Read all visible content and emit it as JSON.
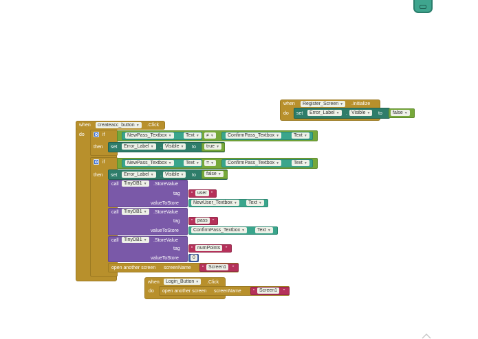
{
  "init_block": {
    "when": "when",
    "component": "Register_Screen",
    "event": ".Initialize",
    "do": "do",
    "set": "set",
    "target": "Error_Label",
    "property": "Visible",
    "to": "to",
    "value": "false"
  },
  "main_block": {
    "when": "when",
    "component": "createacc_button",
    "event": ".Click",
    "do": "do",
    "if1": {
      "if": "if",
      "left_comp": "NewPass_Textbox",
      "left_prop": "Text",
      "operator": "≠",
      "right_comp": "ConfirmPass_Textbox",
      "right_prop": "Text",
      "then": "then",
      "set": "set",
      "target": "Error_Label",
      "property": "Visible",
      "to": "to",
      "value": "true"
    },
    "if2": {
      "if": "if",
      "left_comp": "NewPass_Textbox",
      "left_prop": "Text",
      "operator": "=",
      "right_comp": "ConfirmPass_Textbox",
      "right_prop": "Text",
      "then": "then",
      "set": "set",
      "target": "Error_Label",
      "property": "Visible",
      "to": "to",
      "value": "false",
      "calls": [
        {
          "call": "call",
          "db": "TinyDB1",
          "method": ".StoreValue",
          "tag_label": "tag",
          "tag": "user",
          "vts_label": "valueToStore",
          "value_comp": "NewUser_Textbox",
          "value_prop": "Text"
        },
        {
          "call": "call",
          "db": "TinyDB1",
          "method": ".StoreValue",
          "tag_label": "tag",
          "tag": "pass",
          "vts_label": "valueToStore",
          "value_comp": "ConfirmPass_Textbox",
          "value_prop": "Text"
        },
        {
          "call": "call",
          "db": "TinyDB1",
          "method": ".StoreValue",
          "tag_label": "tag",
          "tag": "numPoints",
          "vts_label": "valueToStore",
          "value_num": "0"
        }
      ],
      "open_screen": {
        "label": "open another screen",
        "param": "screenName",
        "value": "Screen1"
      }
    }
  },
  "login_block": {
    "when": "when",
    "component": "Login_Button",
    "event": ".Click",
    "do": "do",
    "open_screen": {
      "label": "open another screen",
      "param": "screenName",
      "value": "Screen1"
    }
  },
  "icons": [
    "backpack-icon",
    "workspace-corner-icon"
  ]
}
